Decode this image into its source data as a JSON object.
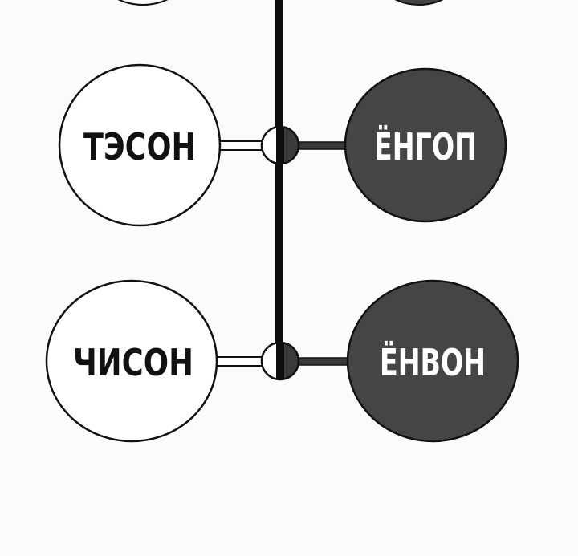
{
  "pairs": [
    {
      "left": {
        "label": "ТЭСОН"
      },
      "right": {
        "label": "ЁНГОП"
      }
    },
    {
      "left": {
        "label": "ЧИСОН"
      },
      "right": {
        "label": "ЁНВОН"
      }
    }
  ],
  "colors": {
    "background": "#fbfbfb",
    "light_node_fill": "#ffffff",
    "dark_node_fill": "#454545",
    "outline": "#111111",
    "spine": "#0d0d0d"
  }
}
